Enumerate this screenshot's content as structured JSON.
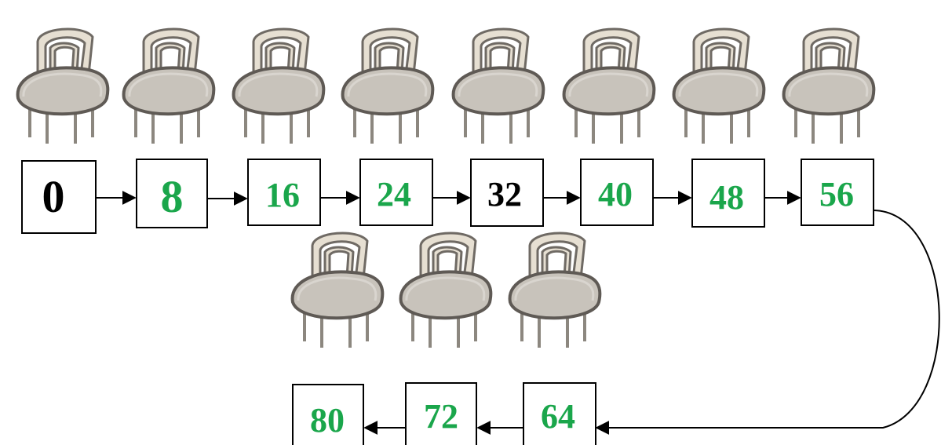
{
  "colors": {
    "green": "#1aa64b",
    "black": "#000000",
    "chair_seat": "#c8c3bb",
    "chair_frame_dark": "#6f6a64",
    "chair_back": "#e6dfd2"
  },
  "icons": {
    "chair": "chair-icon",
    "arrow": "arrow-right-icon"
  },
  "sequence": {
    "top_row": [
      {
        "label": "0",
        "color": "black"
      },
      {
        "label": "8",
        "color": "green"
      },
      {
        "label": "16",
        "color": "green"
      },
      {
        "label": "24",
        "color": "green"
      },
      {
        "label": "32",
        "color": "black"
      },
      {
        "label": "40",
        "color": "green"
      },
      {
        "label": "48",
        "color": "green"
      },
      {
        "label": "56",
        "color": "green"
      }
    ],
    "bottom_row": [
      {
        "label": "80",
        "color": "green"
      },
      {
        "label": "72",
        "color": "green"
      },
      {
        "label": "64",
        "color": "green"
      }
    ]
  }
}
